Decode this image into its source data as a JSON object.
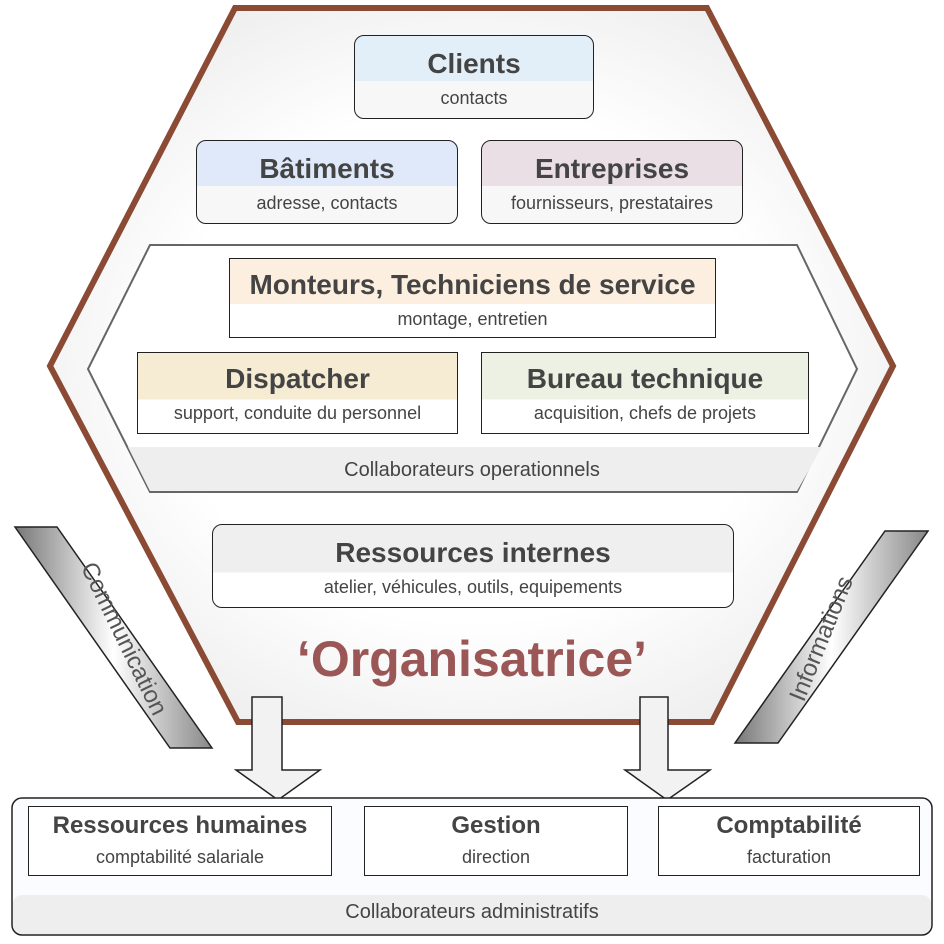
{
  "clients": {
    "title": "Clients",
    "sub": "contacts"
  },
  "batiments": {
    "title": "Bâtiments",
    "sub": "adresse, contacts"
  },
  "entreprises": {
    "title": "Entreprises",
    "sub": "fournisseurs, prestataires"
  },
  "monteurs": {
    "title": "Monteurs, Techniciens de service",
    "sub": "montage, entretien"
  },
  "dispatcher": {
    "title": "Dispatcher",
    "sub": "support, conduite du personnel"
  },
  "bureau": {
    "title": "Bureau technique",
    "sub": "acquisition, chefs de projets"
  },
  "operational_label": "Collaborateurs operationnels",
  "ressources": {
    "title": "Ressources internes",
    "sub": "atelier,  véhicules, outils, equipements"
  },
  "center_title": "‘Organisatrice’",
  "left_band": "Communication",
  "right_band": "Informations",
  "admin": {
    "label": "Collaborateurs administratifs",
    "items": [
      {
        "title": "Ressources humaines",
        "sub": "comptabilité salariale"
      },
      {
        "title": "Gestion",
        "sub": "direction"
      },
      {
        "title": "Comptabilité",
        "sub": "facturation"
      }
    ]
  },
  "colors": {
    "hex_border": "#8b4a33",
    "accent_text": "#9b5656"
  }
}
